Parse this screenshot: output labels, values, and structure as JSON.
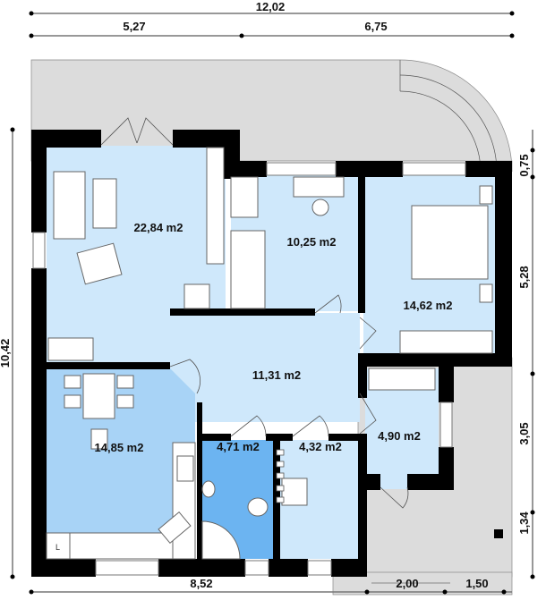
{
  "dimensions": {
    "top_total": "12,02",
    "top_left": "5,27",
    "top_right": "6,75",
    "left_total": "10,42",
    "right_segments": [
      "0,75",
      "5,28",
      "3,05",
      "1,34"
    ],
    "bottom_segments": [
      "8,52",
      "2,00",
      "1,50"
    ]
  },
  "rooms": {
    "living": "22,84 m2",
    "bedroom_small": "10,25 m2",
    "bedroom_large": "14,62 m2",
    "hall": "11,31 m2",
    "kitchen": "14,85 m2",
    "bathroom": "4,71 m2",
    "boiler": "4,32 m2",
    "vestibule": "4,90 m2"
  },
  "labels": {
    "fridge_mark": "L"
  },
  "colors": {
    "room_light": "#cfe8fb",
    "kitchen": "#a8d3f6",
    "bathroom": "#6cb4f1",
    "terrace": "#dcdcdc",
    "wall": "#000000"
  }
}
